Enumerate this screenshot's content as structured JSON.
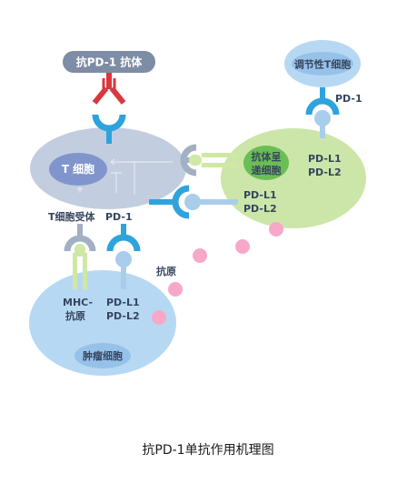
{
  "labels": {
    "antibody": "抗PD-1 抗体",
    "treg": "调节性T细胞",
    "pd1_top": "PD-1",
    "t_cell": "T 细胞",
    "t_cell_receptor": "T细胞受体",
    "pd1_mid": "PD-1",
    "apc": "抗体呈\n递细胞",
    "apc_pdl_top": "PD-L1\nPD-L2",
    "apc_pdl_mid": "PD-L1\nPD-L2",
    "antigen": "抗原",
    "mhc": "MHC-\n抗原",
    "tumor_pdl": "PD-L1\nPD-L2",
    "tumor_cell": "肿瘤细胞",
    "caption": "抗PD-1单抗作用机理图"
  },
  "colors": {
    "t_cell_body": "#c3cde0",
    "t_cell_nucleus": "#7f95cb",
    "apc_body": "#cbe6a8",
    "apc_nucleus": "#6bbd55",
    "tumor_body": "#b7d8f3",
    "tumor_nucleus": "#96c2ea",
    "treg_body": "#b7d8f3",
    "receptor_blue": "#2ea3dc",
    "ligand_light_blue": "#a9cdeb",
    "receptor_gray": "#a2b0c4",
    "mhc_green": "#cfe8a3",
    "antibody_red": "#d8383e",
    "antigen_pink": "#f7a8c8",
    "label_text": "#36455e"
  },
  "icons": {
    "antibody": "antibody-y-icon",
    "antigen": "antigen-dot-icon"
  }
}
